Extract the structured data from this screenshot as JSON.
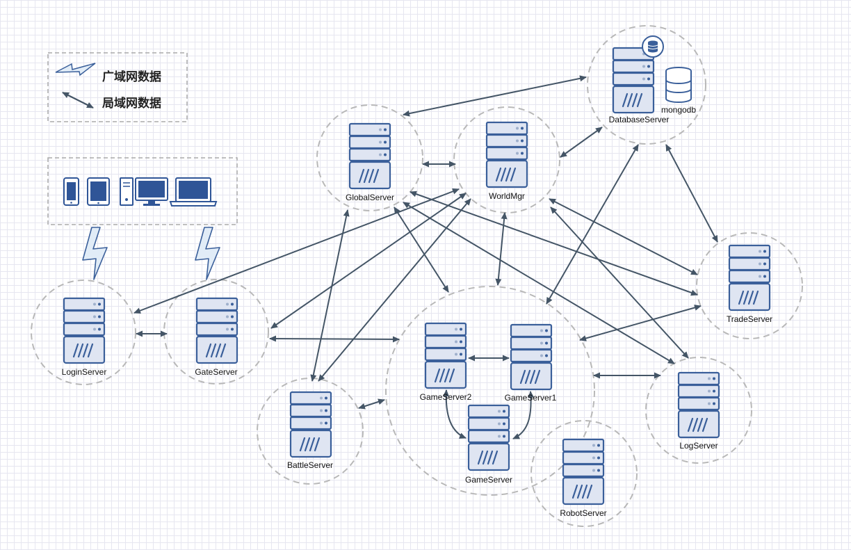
{
  "legend": {
    "wan_label": "广域网数据",
    "lan_label": "局域网数据"
  },
  "servers": {
    "login": "LoginServer",
    "gate": "GateServer",
    "global": "GlobalServer",
    "worldmgr": "WorldMgr",
    "database": "DatabaseServer",
    "mongodb": "mongodb",
    "trade": "TradeServer",
    "log": "LogServer",
    "battle": "BattleServer",
    "game": "GameServer",
    "game1": "GameServer1",
    "game2": "GameServer2",
    "robot": "RobotServer"
  },
  "colors": {
    "server_fill": "#dfe5f2",
    "server_stroke": "#3a5f9a",
    "arrow": "#445566",
    "dashed": "#b8b8b8",
    "device": "#2f5597"
  }
}
